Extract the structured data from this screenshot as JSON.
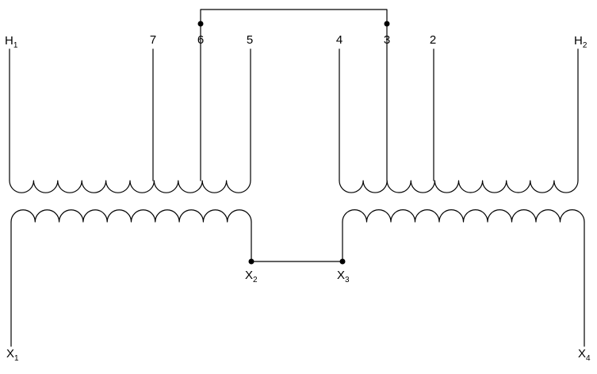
{
  "primary": {
    "h1": {
      "base": "H",
      "sub": "1"
    },
    "h2": {
      "base": "H",
      "sub": "2"
    },
    "taps": [
      "7",
      "6",
      "5",
      "4",
      "3",
      "2"
    ]
  },
  "secondary": {
    "x1": {
      "base": "X",
      "sub": "1"
    },
    "x2": {
      "base": "X",
      "sub": "2"
    },
    "x3": {
      "base": "X",
      "sub": "3"
    },
    "x4": {
      "base": "X",
      "sub": "4"
    }
  },
  "colors": {
    "line": "#000000",
    "background": "#ffffff"
  }
}
